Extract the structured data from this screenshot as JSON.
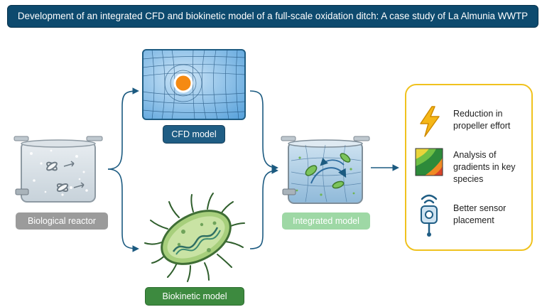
{
  "title": "Development of an integrated CFD and biokinetic model of a full-scale oxidation ditch: A case study of La Almunia WWTP",
  "nodes": {
    "biological_reactor": "Biological reactor",
    "cfd_model": "CFD model",
    "biokinetic_model": "Biokinetic model",
    "integrated_model": "Integrated model"
  },
  "outcomes": [
    {
      "icon": "lightning-icon",
      "text": "Reduction in\npropeller effort"
    },
    {
      "icon": "gradient-map-icon",
      "text": "Analysis of\ngradients in key\nspecies"
    },
    {
      "icon": "sensor-icon",
      "text": "Better sensor\nplacement"
    }
  ],
  "colors": {
    "title_bg": "#0d4a6e",
    "cfd_label": "#1f5d84",
    "biokinetic_label": "#3d8a3f",
    "integrated_label": "#9ed8a5",
    "reactor_label": "#9b9b9b",
    "panel_border": "#f0c21e",
    "arrow": "#1b5a80"
  }
}
